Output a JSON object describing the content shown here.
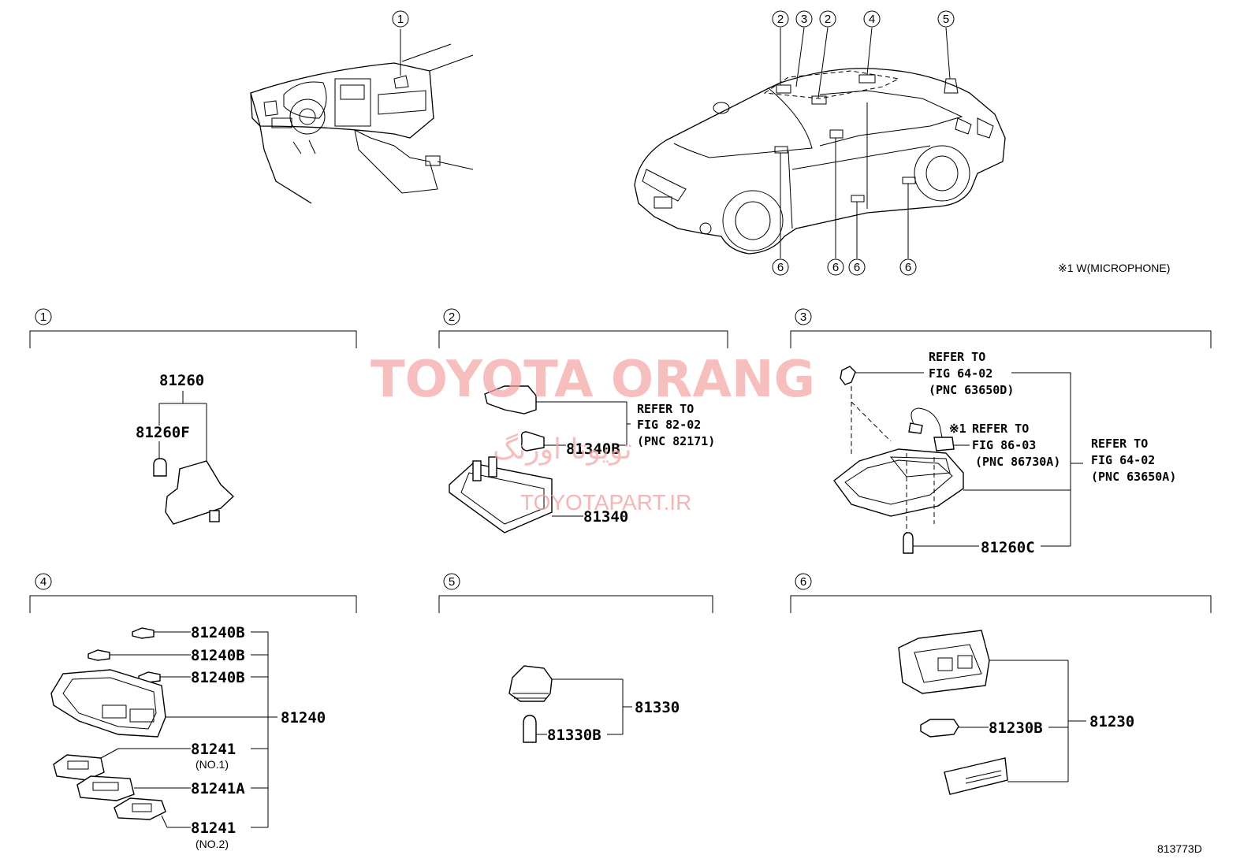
{
  "callouts": {
    "c1": "1",
    "c2": "2",
    "c3": "3",
    "c4": "4",
    "c5": "5",
    "c6": "6"
  },
  "note_microphone": "※1 W(MICROPHONE)",
  "sections": {
    "s1": {
      "parts": {
        "p81260": "81260",
        "p81260F": "81260F"
      }
    },
    "s2": {
      "parts": {
        "p81340B": "81340B",
        "p81340": "81340"
      },
      "refer": {
        "l1": "REFER TO",
        "l2": "FIG 82-02",
        "l3": "(PNC 82171)"
      }
    },
    "s3": {
      "parts": {
        "p81260C": "81260C"
      },
      "refer_a": {
        "l1": "REFER TO",
        "l2": "FIG 64-02",
        "l3": "(PNC 63650D)"
      },
      "refer_b": {
        "mark": "※1",
        "l1": "REFER TO",
        "l2": "FIG 86-03",
        "l3": "(PNC 86730A)"
      },
      "refer_c": {
        "l1": "REFER TO",
        "l2": "FIG 64-02",
        "l3": "(PNC 63650A)"
      }
    },
    "s4": {
      "parts": {
        "p81240B_1": "81240B",
        "p81240B_2": "81240B",
        "p81240B_3": "81240B",
        "p81240": "81240",
        "p81241_1": "81241",
        "p81241_1_note": "(NO.1)",
        "p81241A": "81241A",
        "p81241_2": "81241",
        "p81241_2_note": "(NO.2)"
      }
    },
    "s5": {
      "parts": {
        "p81330": "81330",
        "p81330B": "81330B"
      }
    },
    "s6": {
      "parts": {
        "p81230": "81230",
        "p81230B": "81230B"
      }
    }
  },
  "figure_id": "813773D",
  "watermark": {
    "title": "TOYOTA ORANG",
    "persian": "تویوتا اورنگ",
    "site": "TOYOTAPART.IR"
  },
  "colors": {
    "line": "#000000",
    "watermark": "#f4a3a3",
    "background": "#ffffff"
  }
}
